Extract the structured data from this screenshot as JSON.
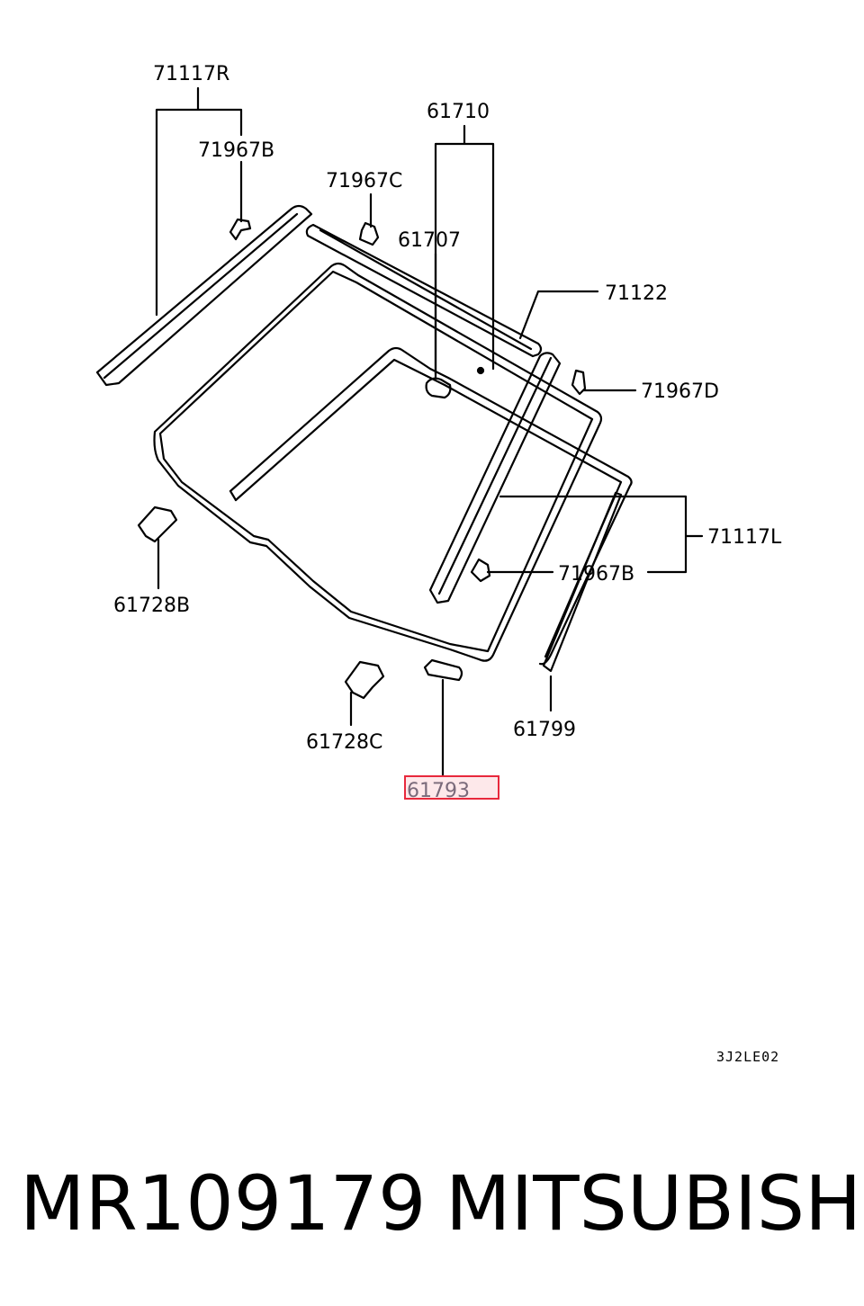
{
  "labels": {
    "l71117R": "71117R",
    "l71967B_top": "71967B",
    "l71967C": "71967C",
    "l61710": "61710",
    "l61707": "61707",
    "l71122": "71122",
    "l71967D": "71967D",
    "l71117L": "71117L",
    "l71967B_mid": "71967B",
    "l61728B": "61728B",
    "l61728C": "61728C",
    "l61799": "61799",
    "l61793": "61793",
    "l3J2LE02": "3J2LE02"
  },
  "footer": {
    "part_number": "MR109179",
    "brand": "MITSUBISHI"
  },
  "colors": {
    "line": "#000000",
    "highlight_box": "#e8283c",
    "highlight_fill": "#fde8ea",
    "highlight_text": "#7a6a7a"
  }
}
